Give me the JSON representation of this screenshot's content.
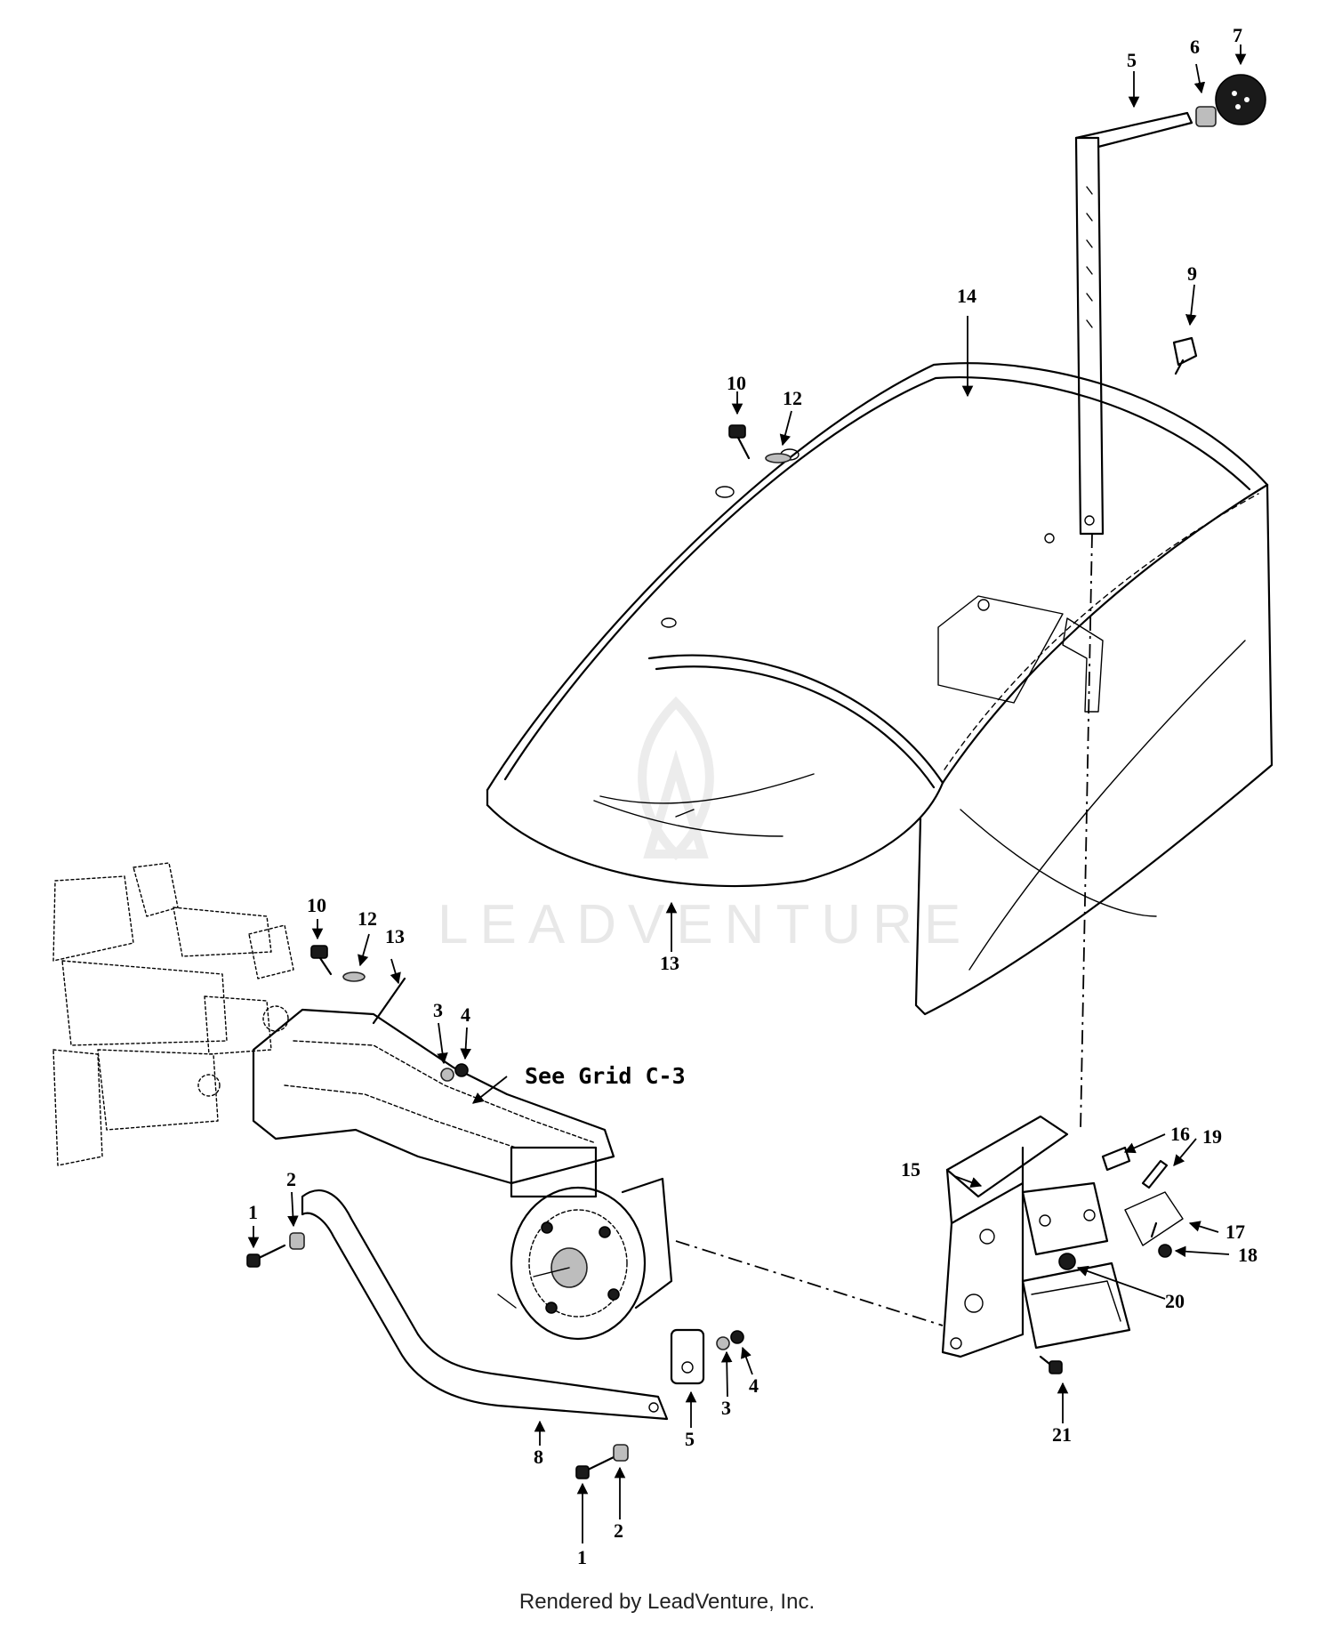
{
  "diagram": {
    "callouts": [
      "1",
      "2",
      "3",
      "4",
      "5",
      "6",
      "7",
      "8",
      "9",
      "10",
      "12",
      "13",
      "14",
      "15",
      "16",
      "17",
      "18",
      "19",
      "20",
      "21"
    ],
    "note": "See Grid C-3",
    "watermark": "LEADVENTURE"
  },
  "footer": {
    "text": "Rendered by LeadVenture, Inc."
  }
}
